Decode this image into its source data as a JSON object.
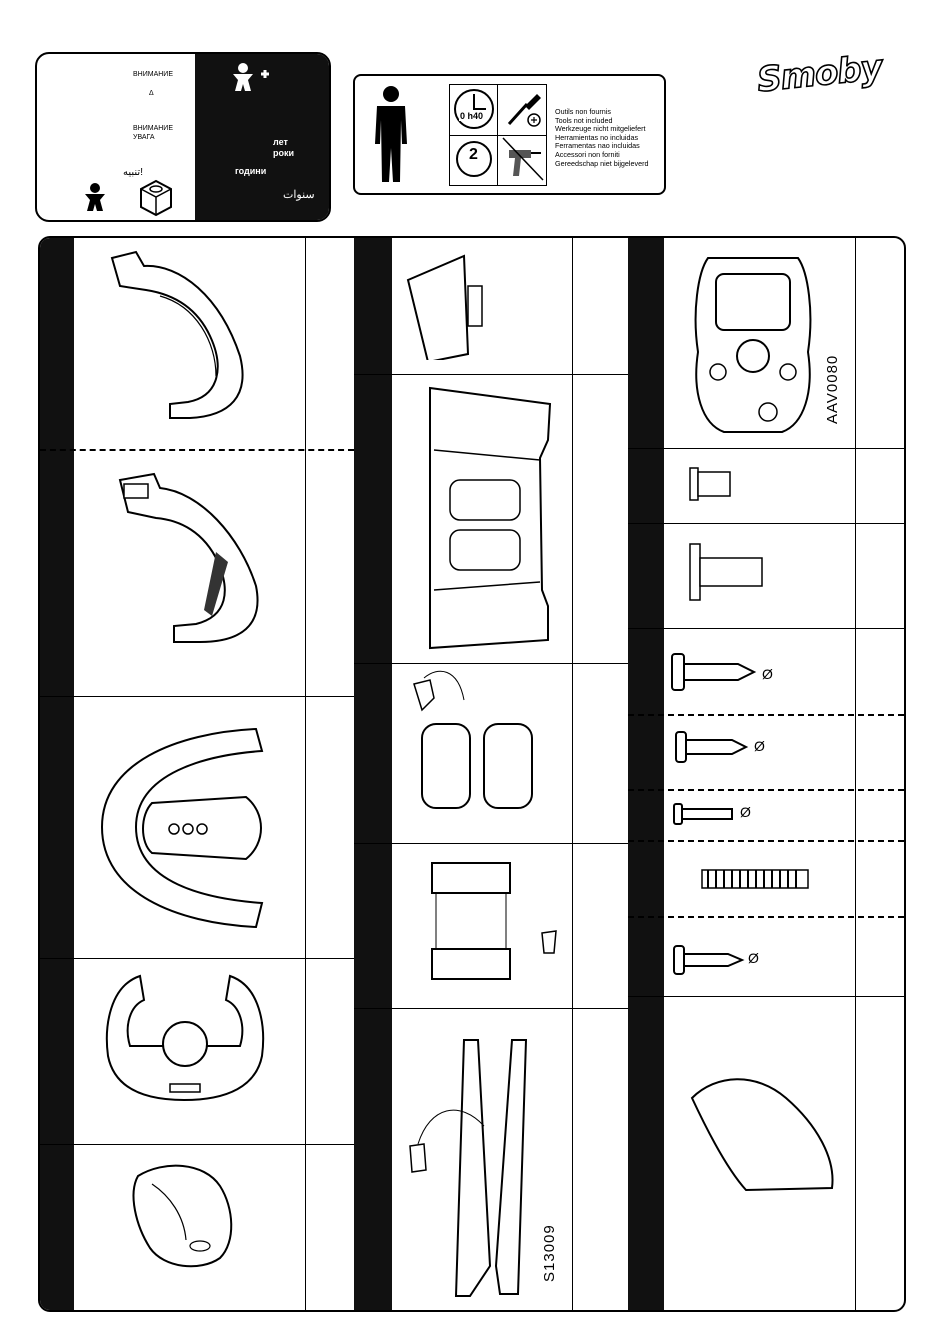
{
  "brand": {
    "logo_text": "Smoby"
  },
  "warning_panel": {
    "lines": [
      "ВНИМАНИЕ",
      "Δ",
      "ВНИМАНИЕ",
      "УВАГА",
      "تنبيه!"
    ],
    "age_labels": [
      "лет",
      "роки",
      "години",
      "سنوات"
    ],
    "icon_names": [
      "child-plus-icon",
      "child-icon",
      "small-parts-nut-icon"
    ]
  },
  "tools_panel": {
    "time_label": "0 h40",
    "adults_label": "2",
    "tool_lines": [
      "Outils non  fournis",
      "Tools not included",
      "Werkzeuge nicht mitgeliefert",
      "Herramientas no incluidas",
      "Ferramentas nao incluidas",
      "Accessori non forniti",
      "Gereedschap niet bijgeleverd"
    ]
  },
  "parts": {
    "electronic_code": "AAV0080",
    "leg_code": "S13009",
    "diameter_symbol": "Ø"
  }
}
